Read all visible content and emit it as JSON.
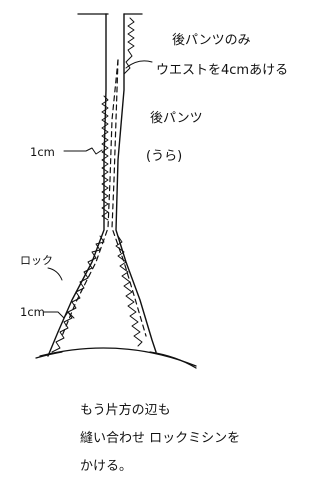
{
  "labels": {
    "back_pants_only": "後パンツのみ",
    "waist_open": "ウエストを4cmあける",
    "back_pants": "後パンツ",
    "reverse_side": "(うら)",
    "seam_1cm_top": "1cm",
    "overlock": "ロック",
    "seam_1cm_bottom": "1cm",
    "note_line1": "もう片方の辺も",
    "note_line2": "縫い合わせ ロックミシンを",
    "note_line3": "かける。"
  },
  "colors": {
    "ink": "#111111",
    "paper": "#ffffff"
  }
}
